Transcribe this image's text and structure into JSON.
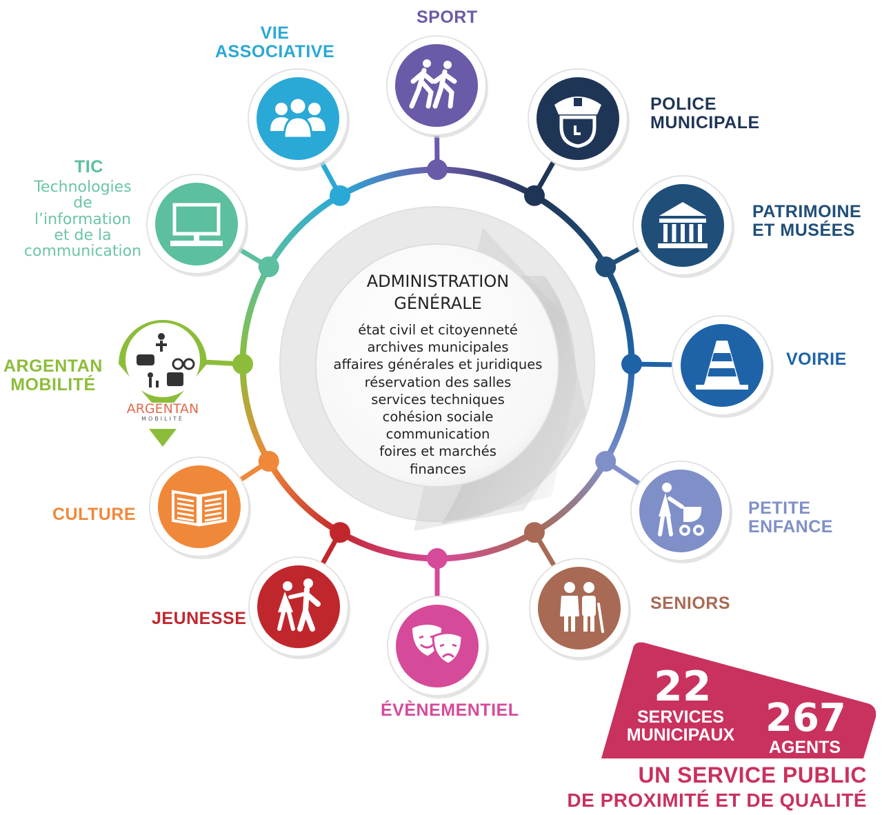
{
  "center": {
    "title_line1": "ADMINISTRATION",
    "title_line2": "GÉNÉRALE",
    "items": [
      "état civil et citoyenneté",
      "archives municipales",
      "affaires générales et juridiques",
      "réservation des salles",
      "services techniques",
      "cohésion sociale",
      "communication",
      "foires et marchés",
      "finances"
    ]
  },
  "services": [
    {
      "key": "sport",
      "lines": [
        "SPORT"
      ],
      "color": "#6b5aa8",
      "icon": "runners-icon"
    },
    {
      "key": "police",
      "lines": [
        "POLICE",
        "MUNICIPALE"
      ],
      "color": "#1f3556",
      "icon": "police-officer-icon"
    },
    {
      "key": "patrimoine",
      "lines": [
        "PATRIMOINE",
        "ET MUSÉES"
      ],
      "color": "#1f4e79",
      "icon": "museum-building-icon"
    },
    {
      "key": "voirie",
      "lines": [
        "VOIRIE"
      ],
      "color": "#1e63a8",
      "icon": "traffic-cone-icon"
    },
    {
      "key": "petite",
      "lines": [
        "PETITE",
        "ENFANCE"
      ],
      "color": "#7f8fc8",
      "icon": "stroller-icon"
    },
    {
      "key": "seniors",
      "lines": [
        "SENIORS"
      ],
      "color": "#a86a55",
      "icon": "elderly-couple-icon"
    },
    {
      "key": "evenementiel",
      "lines": [
        "ÉVÈNEMENTIEL"
      ],
      "color": "#d64a9a",
      "icon": "theater-masks-icon"
    },
    {
      "key": "jeunesse",
      "lines": [
        "JEUNESSE"
      ],
      "color": "#c0272d",
      "icon": "children-icon"
    },
    {
      "key": "culture",
      "lines": [
        "CULTURE"
      ],
      "color": "#f0883a",
      "icon": "open-book-icon"
    },
    {
      "key": "mobilite",
      "lines": [
        "ARGENTAN",
        "MOBILITÉ"
      ],
      "color": "#8cbd3a",
      "icon": "mobility-pin-icon"
    },
    {
      "key": "tic",
      "lines": [
        "TIC"
      ],
      "color": "#5cbf9f",
      "icon": "computer-monitor-icon"
    },
    {
      "key": "vie",
      "lines": [
        "VIE",
        "ASSOCIATIVE"
      ],
      "color": "#2aa8d6",
      "icon": "group-people-icon"
    }
  ],
  "tic_subtitle": [
    "Technologies",
    "de",
    "l’information",
    "et de la",
    "communication"
  ],
  "mobility_badge": {
    "brand": "ARGENTAN",
    "sub": "MOBILITÉ"
  },
  "stats": {
    "services_count": "22",
    "services_label": [
      "SERVICES",
      "MUNICIPAUX"
    ],
    "agents_count": "267",
    "agents_label": "AGENTS",
    "banner_color": "#c9325e"
  },
  "tagline": [
    "UN SERVICE PUBLIC",
    "DE PROXIMITÉ ET DE QUALITÉ"
  ]
}
